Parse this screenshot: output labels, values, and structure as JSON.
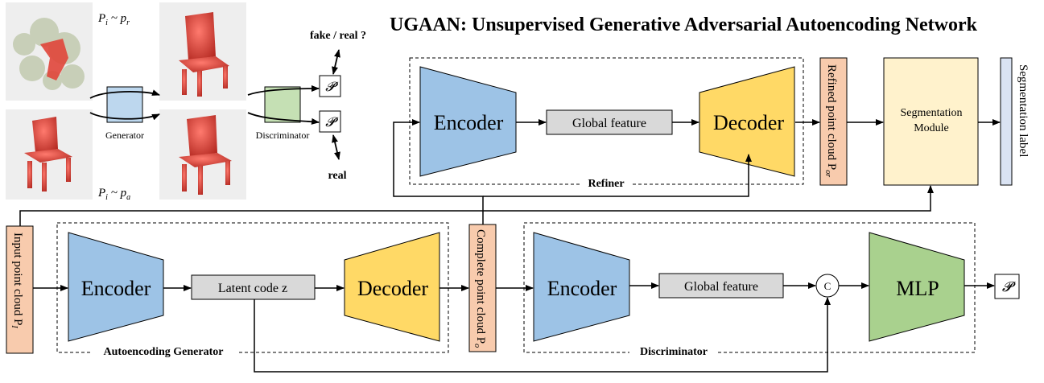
{
  "title": "UGAAN: Unsupervised Generative Adversarial Autoencoding Network",
  "inset": {
    "label_pr": "P",
    "label_pr_sub": "i",
    "label_pr_rel": " ~ p",
    "label_pr_rel_sub": "r",
    "label_pa": "P",
    "label_pa_sub": "i",
    "label_pa_rel": " ~ p",
    "label_pa_rel_sub": "a",
    "generator": "Generator",
    "discriminator": "Discriminator",
    "fake_real": "fake / real ?",
    "real": "real",
    "p_symbol": "𝓟"
  },
  "refiner": {
    "label": "Refiner",
    "encoder": "Encoder",
    "global_feature": "Global feature",
    "decoder": "Decoder"
  },
  "refined_point_cloud": "Refined point cloud P",
  "refined_sub": "or",
  "segmentation_module_line1": "Segmentation",
  "segmentation_module_line2": "Module",
  "segmentation_label": "Segmentation label",
  "input_point_cloud": "Input point cloud P",
  "input_sub": "I",
  "autoencoding_generator": {
    "label": "Autoencoding Generator",
    "encoder": "Encoder",
    "latent_code": "Latent code z",
    "decoder": "Decoder"
  },
  "complete_point_cloud": "Complete point cloud P",
  "complete_sub": "o",
  "discriminator": {
    "label": "Discriminator",
    "encoder": "Encoder",
    "global_feature": "Global feature",
    "concat": "C",
    "mlp": "MLP",
    "output": "𝓟"
  },
  "colors": {
    "encoder": "#9dc3e6",
    "decoder": "#ffd966",
    "feature": "#d9d9d9",
    "cloud_bar": "#f8cbad",
    "segmentation": "#fff2cc",
    "seg_label_bar": "#dae3f3",
    "mlp": "#a9d18e",
    "generator_box": "#bdd7ee",
    "disc_box": "#c5e0b4",
    "chair_red": "#e0453a",
    "noise_green": "#c8cfb8"
  }
}
